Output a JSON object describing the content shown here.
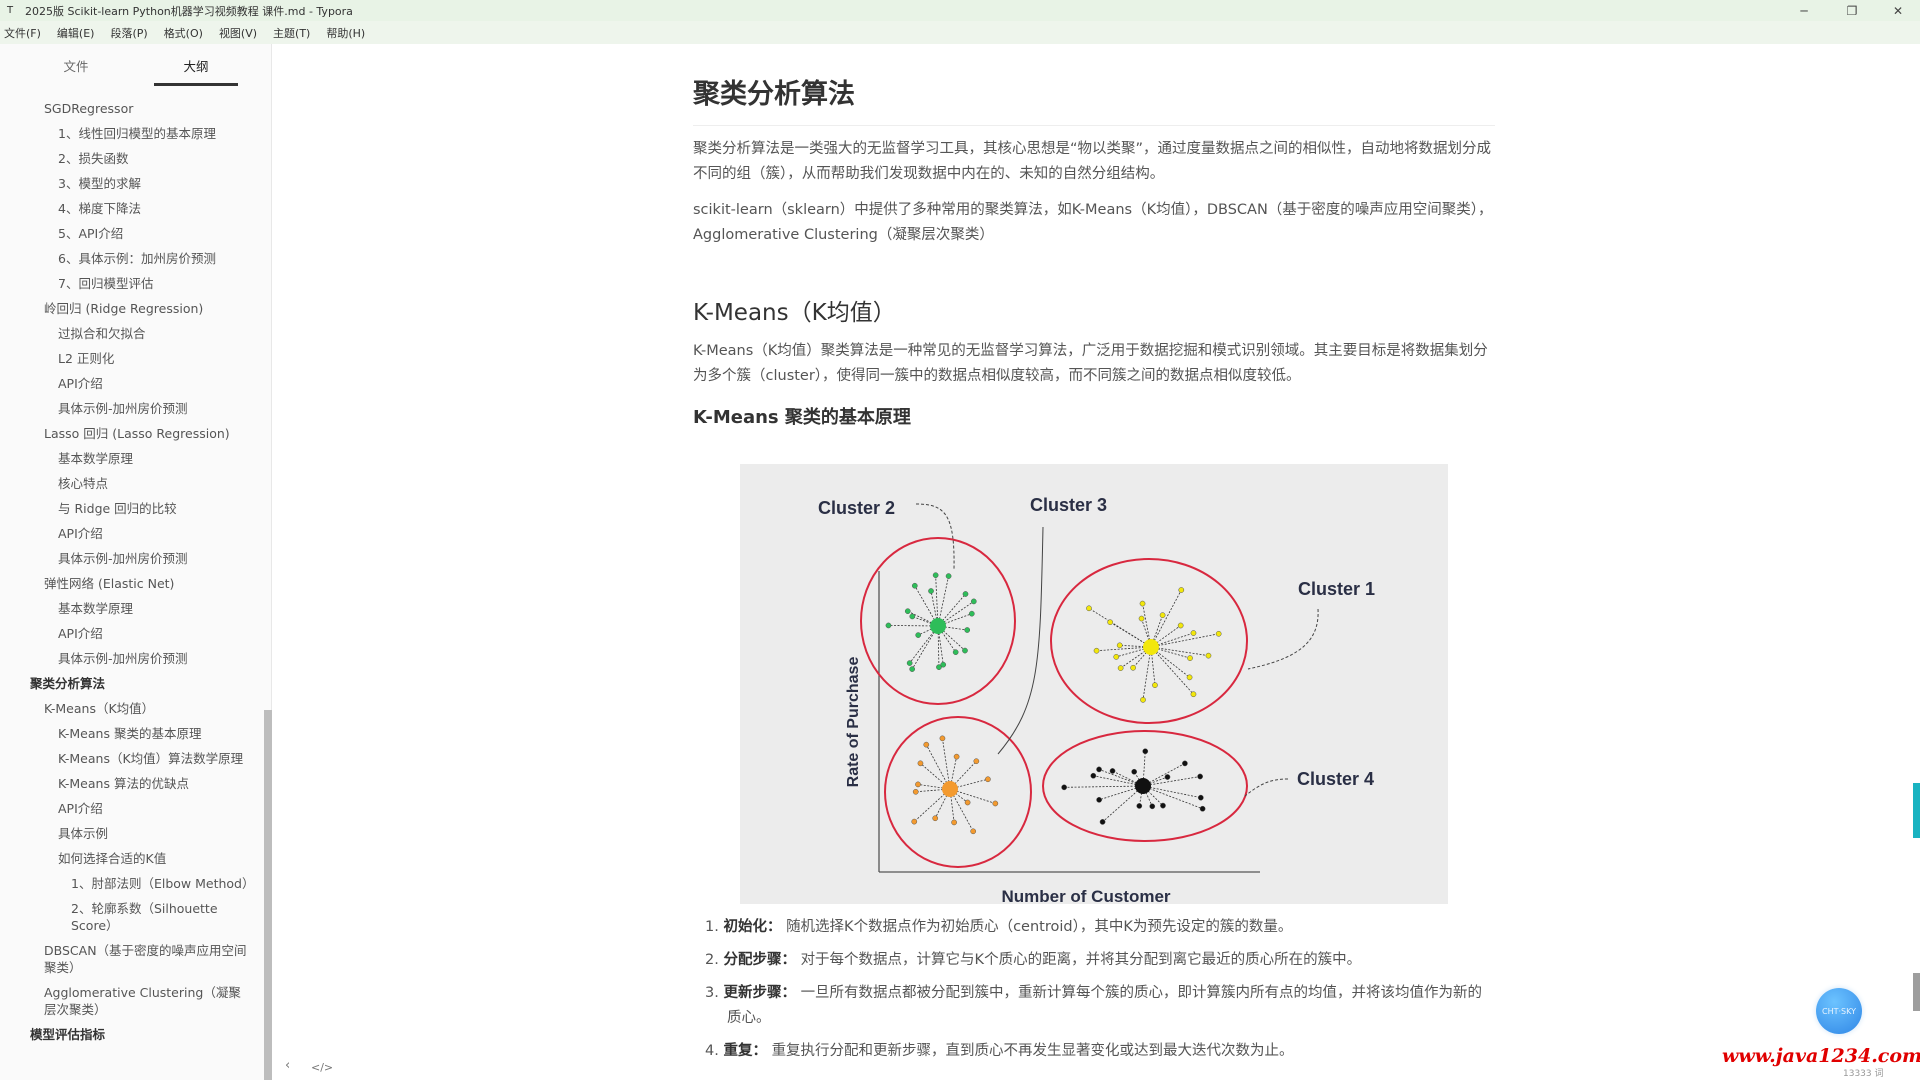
{
  "window": {
    "app_icon": "T",
    "title": "2025版 Scikit-learn Python机器学习视频教程 课件.md - Typora",
    "minimize": "─",
    "restore": "❐",
    "close": "✕"
  },
  "menu": [
    "文件(F)",
    "编辑(E)",
    "段落(P)",
    "格式(O)",
    "视图(V)",
    "主题(T)",
    "帮助(H)"
  ],
  "sidebar": {
    "tabs": [
      {
        "label": "文件",
        "active": false
      },
      {
        "label": "大纲",
        "active": true
      }
    ],
    "outline": [
      {
        "level": 2,
        "text": "SGDRegressor"
      },
      {
        "level": 3,
        "text": "1、线性回归模型的基本原理"
      },
      {
        "level": 3,
        "text": "2、损失函数"
      },
      {
        "level": 3,
        "text": "3、模型的求解"
      },
      {
        "level": 3,
        "text": "4、梯度下降法"
      },
      {
        "level": 3,
        "text": "5、API介绍"
      },
      {
        "level": 3,
        "text": "6、具体示例：加州房价预测"
      },
      {
        "level": 3,
        "text": "7、回归模型评估"
      },
      {
        "level": 2,
        "text": "岭回归 (Ridge Regression)"
      },
      {
        "level": 3,
        "text": "过拟合和欠拟合"
      },
      {
        "level": 3,
        "text": "L2 正则化"
      },
      {
        "level": 3,
        "text": "API介绍"
      },
      {
        "level": 3,
        "text": "具体示例-加州房价预测"
      },
      {
        "level": 2,
        "text": "Lasso 回归 (Lasso Regression)"
      },
      {
        "level": 3,
        "text": "基本数学原理"
      },
      {
        "level": 3,
        "text": "核心特点"
      },
      {
        "level": 3,
        "text": "与 Ridge 回归的比较"
      },
      {
        "level": 3,
        "text": "API介绍"
      },
      {
        "level": 3,
        "text": "具体示例-加州房价预测"
      },
      {
        "level": 2,
        "text": "弹性网络 (Elastic Net)"
      },
      {
        "level": 3,
        "text": "基本数学原理"
      },
      {
        "level": 3,
        "text": "API介绍"
      },
      {
        "level": 3,
        "text": "具体示例-加州房价预测"
      },
      {
        "level": 1,
        "text": "聚类分析算法"
      },
      {
        "level": 2,
        "text": "K-Means（K均值）"
      },
      {
        "level": 3,
        "text": "K-Means 聚类的基本原理"
      },
      {
        "level": 3,
        "text": "K-Means（K均值）算法数学原理"
      },
      {
        "level": 3,
        "text": "K-Means 算法的优缺点"
      },
      {
        "level": 3,
        "text": "API介绍"
      },
      {
        "level": 3,
        "text": "具体示例"
      },
      {
        "level": 3,
        "text": "如何选择合适的K值"
      },
      {
        "level": 4,
        "text": "1、肘部法则（Elbow Method）"
      },
      {
        "level": 4,
        "text": "2、轮廓系数（Silhouette Score）"
      },
      {
        "level": 2,
        "text": "DBSCAN（基于密度的噪声应用空间聚类）"
      },
      {
        "level": 2,
        "text": "Agglomerative Clustering（凝聚层次聚类）"
      },
      {
        "level": 1,
        "text": "模型评估指标"
      }
    ],
    "bottom": {
      "back": "‹",
      "source": "</>"
    }
  },
  "content": {
    "h1": "聚类分析算法",
    "p1": "聚类分析算法是一类强大的无监督学习工具，其核心思想是“物以类聚”，通过度量数据点之间的相似性，自动地将数据划分成不同的组（簇），从而帮助我们发现数据中内在的、未知的自然分组结构。",
    "p2": "scikit-learn（sklearn）中提供了多种常用的聚类算法，如K-Means（K均值），DBSCAN（基于密度的噪声应用空间聚类），Agglomerative Clustering（凝聚层次聚类）",
    "h2": "K-Means（K均值）",
    "p3": "K-Means（K均值）聚类算法是一种常见的无监督学习算法，广泛用于数据挖掘和模式识别领域。其主要目标是将数据集划分为多个簇（cluster），使得同一簇中的数据点相似度较高，而不同簇之间的数据点相似度较低。",
    "h3": "K-Means 聚类的基本原理",
    "figure": {
      "labels": {
        "c1": "Cluster 1",
        "c2": "Cluster 2",
        "c3": "Cluster 3",
        "c4": "Cluster 4",
        "ylabel": "Rate of Purchase",
        "xlabel": "Number of Customer"
      },
      "colors": {
        "c1": "#f2e70c",
        "c2": "#2ebd59",
        "c3": "#f39a2f",
        "c4": "#111111",
        "ring": "#d8283f"
      }
    },
    "steps": [
      {
        "n": "1.",
        "title": "初始化：",
        "text": "随机选择K个数据点作为初始质心（centroid），其中K为预先设定的簇的数量。"
      },
      {
        "n": "2.",
        "title": "分配步骤：",
        "text": "对于每个数据点，计算它与K个质心的距离，并将其分配到离它最近的质心所在的簇中。"
      },
      {
        "n": "3.",
        "title": "更新步骤：",
        "text": "一旦所有数据点都被分配到簇中，重新计算每个簇的质心，即计算簇内所有点的均值，并将该均值作为新的质心。"
      },
      {
        "n": "4.",
        "title": "重复：",
        "text": "重复执行分配和更新步骤，直到质心不再发生显著变化或达到最大迭代次数为止。"
      }
    ]
  },
  "overlay": {
    "bubble": "CHT·SKY",
    "watermark": "www.java1234.com",
    "wordcount": "13333 词"
  }
}
